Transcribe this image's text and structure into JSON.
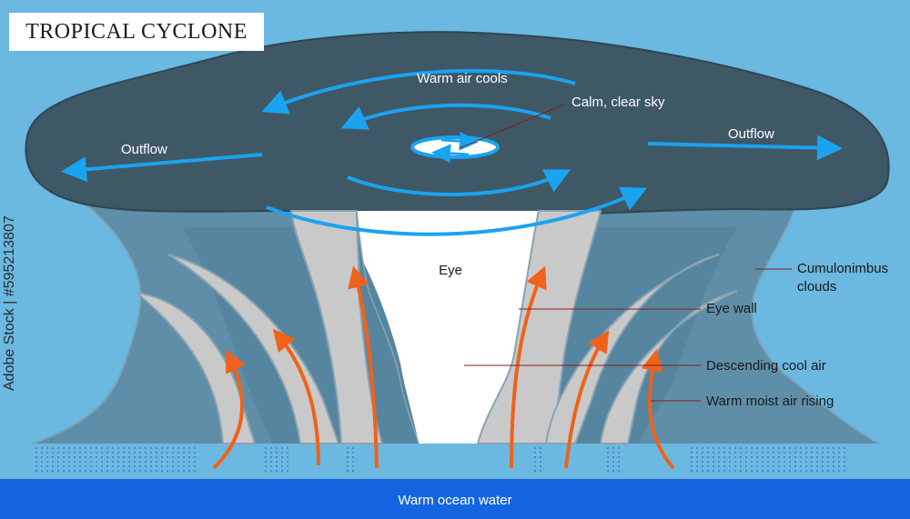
{
  "title": "TROPICAL CYCLONE",
  "watermark": "Adobe Stock | #595213807",
  "labels": {
    "warm_air_cools": "Warm air cools",
    "calm_clear_sky": "Calm, clear sky",
    "outflow_left": "Outflow",
    "outflow_right": "Outflow",
    "eye": "Eye",
    "cumulonimbus_line1": "Cumulonimbus",
    "cumulonimbus_line2": "clouds",
    "eye_wall": "Eye wall",
    "descending_cool_air": "Descending cool air",
    "warm_moist_air_rising": "Warm moist air rising",
    "warm_ocean_water": "Warm ocean water"
  },
  "colors": {
    "sky": "#6bb8e0",
    "cloud_top": "#3f5866",
    "cloud_body": "#5f8fa8",
    "bands": "#c9c9c9",
    "eye": "#ffffff",
    "ocean": "#1565e0",
    "outflow_arrows": "#1aa3f0",
    "rising_arrows": "#f0621a",
    "leader_lines": "#8a1a1a"
  }
}
